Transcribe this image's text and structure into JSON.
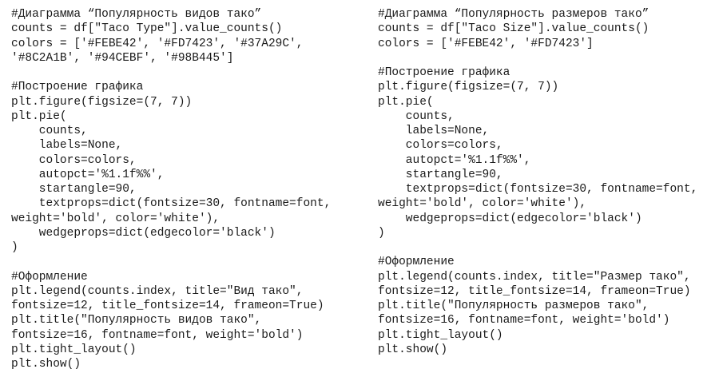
{
  "left_code": [
    "#Диаграмма “Популярность видов тако”",
    "counts = df[\"Taco Type\"].value_counts()",
    "colors = ['#FEBE42', '#FD7423', '#37A29C',",
    "'#8C2A1B', '#94CEBF', '#98B445']",
    "",
    "#Построение графика",
    "plt.figure(figsize=(7, 7))",
    "plt.pie(",
    "    counts,",
    "    labels=None,",
    "    colors=colors,",
    "    autopct='%1.1f%%',",
    "    startangle=90,",
    "    textprops=dict(fontsize=30, fontname=font,",
    "weight='bold', color='white'),",
    "    wedgeprops=dict(edgecolor='black')",
    ")",
    "",
    "#Оформление",
    "plt.legend(counts.index, title=\"Вид тако\",",
    "fontsize=12, title_fontsize=14, frameon=True)",
    "plt.title(\"Популярность видов тако\",",
    "fontsize=16, fontname=font, weight='bold')",
    "plt.tight_layout()",
    "plt.show()"
  ],
  "right_code": [
    "#Диаграмма “Популярность размеров тако”",
    "counts = df[\"Taco Size\"].value_counts()",
    "colors = ['#FEBE42', '#FD7423']",
    "",
    "#Построение графика",
    "plt.figure(figsize=(7, 7))",
    "plt.pie(",
    "    counts,",
    "    labels=None,",
    "    colors=colors,",
    "    autopct='%1.1f%%',",
    "    startangle=90,",
    "    textprops=dict(fontsize=30, fontname=font,",
    "weight='bold', color='white'),",
    "    wedgeprops=dict(edgecolor='black')",
    ")",
    "",
    "#Оформление",
    "plt.legend(counts.index, title=\"Размер тако\",",
    "fontsize=12, title_fontsize=14, frameon=True)",
    "plt.title(\"Популярность размеров тако\",",
    "fontsize=16, fontname=font, weight='bold')",
    "plt.tight_layout()",
    "plt.show()"
  ]
}
